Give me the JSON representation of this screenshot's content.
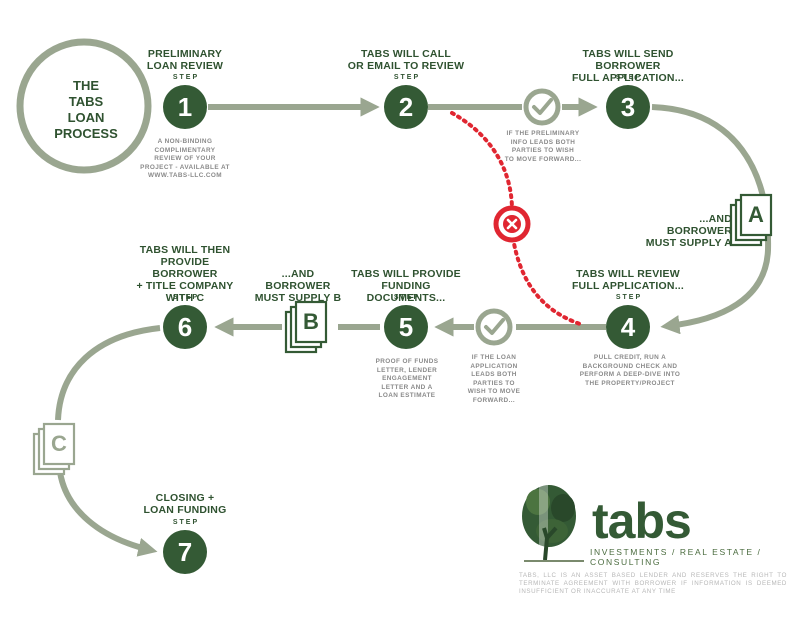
{
  "title": {
    "line1": "THE",
    "line2": "TABS",
    "line3": "LOAN",
    "line4": "PROCESS"
  },
  "step_label": "STEP",
  "steps": [
    {
      "number": "1",
      "heading": [
        "PRELIMINARY",
        "LOAN REVIEW"
      ],
      "note": [
        "A NON-BINDING",
        "COMPLIMENTARY",
        "REVIEW OF YOUR",
        "PROJECT - AVAILABLE AT",
        "WWW.TABS-LLC.COM"
      ]
    },
    {
      "number": "2",
      "heading": [
        "TABS WILL CALL",
        "OR EMAIL TO REVIEW"
      ],
      "note": []
    },
    {
      "number": "3",
      "heading": [
        "TABS WILL SEND BORROWER",
        "FULL APPLICATION..."
      ],
      "note": []
    },
    {
      "number": "4",
      "heading": [
        "TABS WILL REVIEW",
        "FULL APPLICATION..."
      ],
      "note": [
        "PULL CREDIT, RUN A",
        "BACKGROUND CHECK AND",
        "PERFORM A DEEP-DIVE INTO",
        "THE PROPERTY/PROJECT"
      ]
    },
    {
      "number": "5",
      "heading": [
        "TABS WILL PROVIDE",
        "FUNDING DOCUMENTS..."
      ],
      "note": [
        "PROOF OF FUNDS",
        "LETTER, LENDER",
        "ENGAGEMENT",
        "LETTER AND A",
        "LOAN ESTIMATE"
      ]
    },
    {
      "number": "6",
      "heading": [
        "TABS WILL THEN",
        "PROVIDE BORROWER",
        "+ TITLE COMPANY",
        "WITH C"
      ],
      "note": []
    },
    {
      "number": "7",
      "heading": [
        "CLOSING +",
        "LOAN FUNDING"
      ],
      "note": []
    }
  ],
  "checks": [
    {
      "note": [
        "IF THE PRELIMINARY",
        "INFO LEADS BOTH",
        "PARTIES TO WISH",
        "TO MOVE FORWARD..."
      ]
    },
    {
      "note": [
        "IF THE LOAN",
        "APPLICATION",
        "LEADS BOTH",
        "PARTIES TO",
        "WISH TO MOVE",
        "FORWARD..."
      ]
    }
  ],
  "supplies": [
    {
      "letter": "A",
      "label": [
        "...AND BORROWER",
        "MUST SUPPLY A"
      ]
    },
    {
      "letter": "B",
      "label": [
        "...AND BORROWER",
        "MUST SUPPLY B"
      ]
    },
    {
      "letter": "C",
      "label": []
    }
  ],
  "logo": {
    "word": "tabs",
    "tagline": "INVESTMENTS / REAL ESTATE / CONSULTING"
  },
  "disclaimer": "TABS, LLC IS AN ASSET BASED LENDER AND RESERVES THE RIGHT TO TERMINATE AGREEMENT WITH BORROWER IF INFORMATION IS DEEMED INSUFFICIENT OR INACCURATE AT ANY TIME",
  "colors": {
    "dark_green": "#345a35",
    "path_gray": "#9aa690",
    "reject_red": "#e02631",
    "text_gray": "#8a8a8a"
  }
}
